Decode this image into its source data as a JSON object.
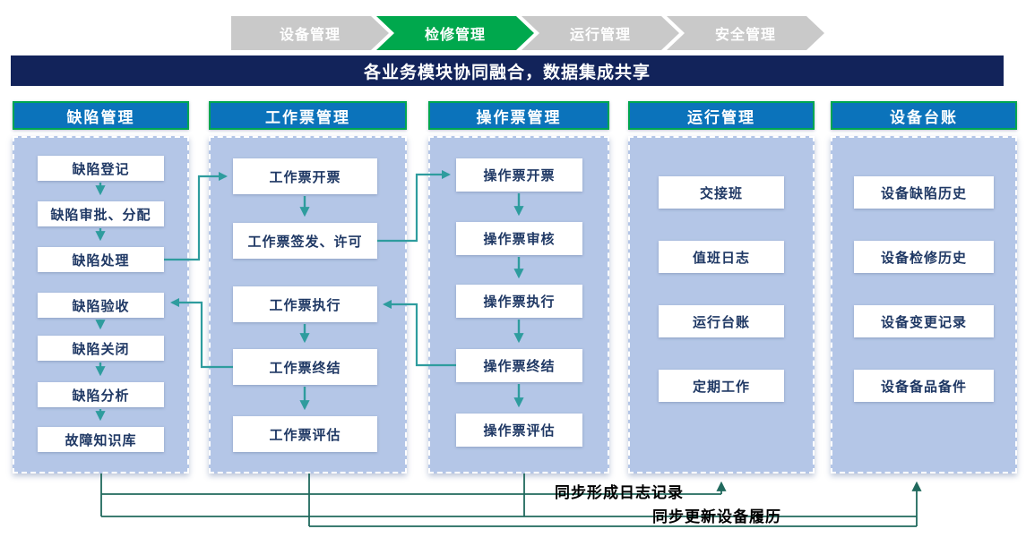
{
  "breadcrumb": {
    "items": [
      {
        "label": "设备管理",
        "state": "inactive"
      },
      {
        "label": "检修管理",
        "state": "active"
      },
      {
        "label": "运行管理",
        "state": "inactive"
      },
      {
        "label": "安全管理",
        "state": "inactive"
      }
    ]
  },
  "banner": {
    "text": "各业务模块协同融合，数据集成共享"
  },
  "columns": [
    {
      "title": "缺陷管理",
      "boxes": [
        "缺陷登记",
        "缺陷审批、分配",
        "缺陷处理",
        "缺陷验收",
        "缺陷关闭",
        "缺陷分析",
        "故障知识库"
      ]
    },
    {
      "title": "工作票管理",
      "boxes": [
        "工作票开票",
        "工作票签发、许可",
        "工作票执行",
        "工作票终结",
        "工作票评估"
      ]
    },
    {
      "title": "操作票管理",
      "boxes": [
        "操作票开票",
        "操作票审核",
        "操作票执行",
        "操作票终结",
        "操作票评估"
      ]
    },
    {
      "title": "运行管理",
      "boxes": [
        "交接班",
        "值班日志",
        "运行台账",
        "定期工作"
      ]
    },
    {
      "title": "设备台账",
      "boxes": [
        "设备缺陷历史",
        "设备检修历史",
        "设备变更记录",
        "设备备品备件"
      ]
    }
  ],
  "annotations": {
    "sync_log_label": "同步形成日志记录",
    "sync_device_label": "同步更新设备履历"
  },
  "colors": {
    "chevron_inactive": "#C9C9C9",
    "chevron_active": "#00A84D",
    "banner_bg": "#12235A",
    "header_bg": "#0B73BB",
    "header_border": "#00A651",
    "column_bg": "#B4C6E7",
    "node_text": "#1F3864",
    "flow_arrow": "#2E9C9E",
    "sync_line": "#20695D"
  }
}
